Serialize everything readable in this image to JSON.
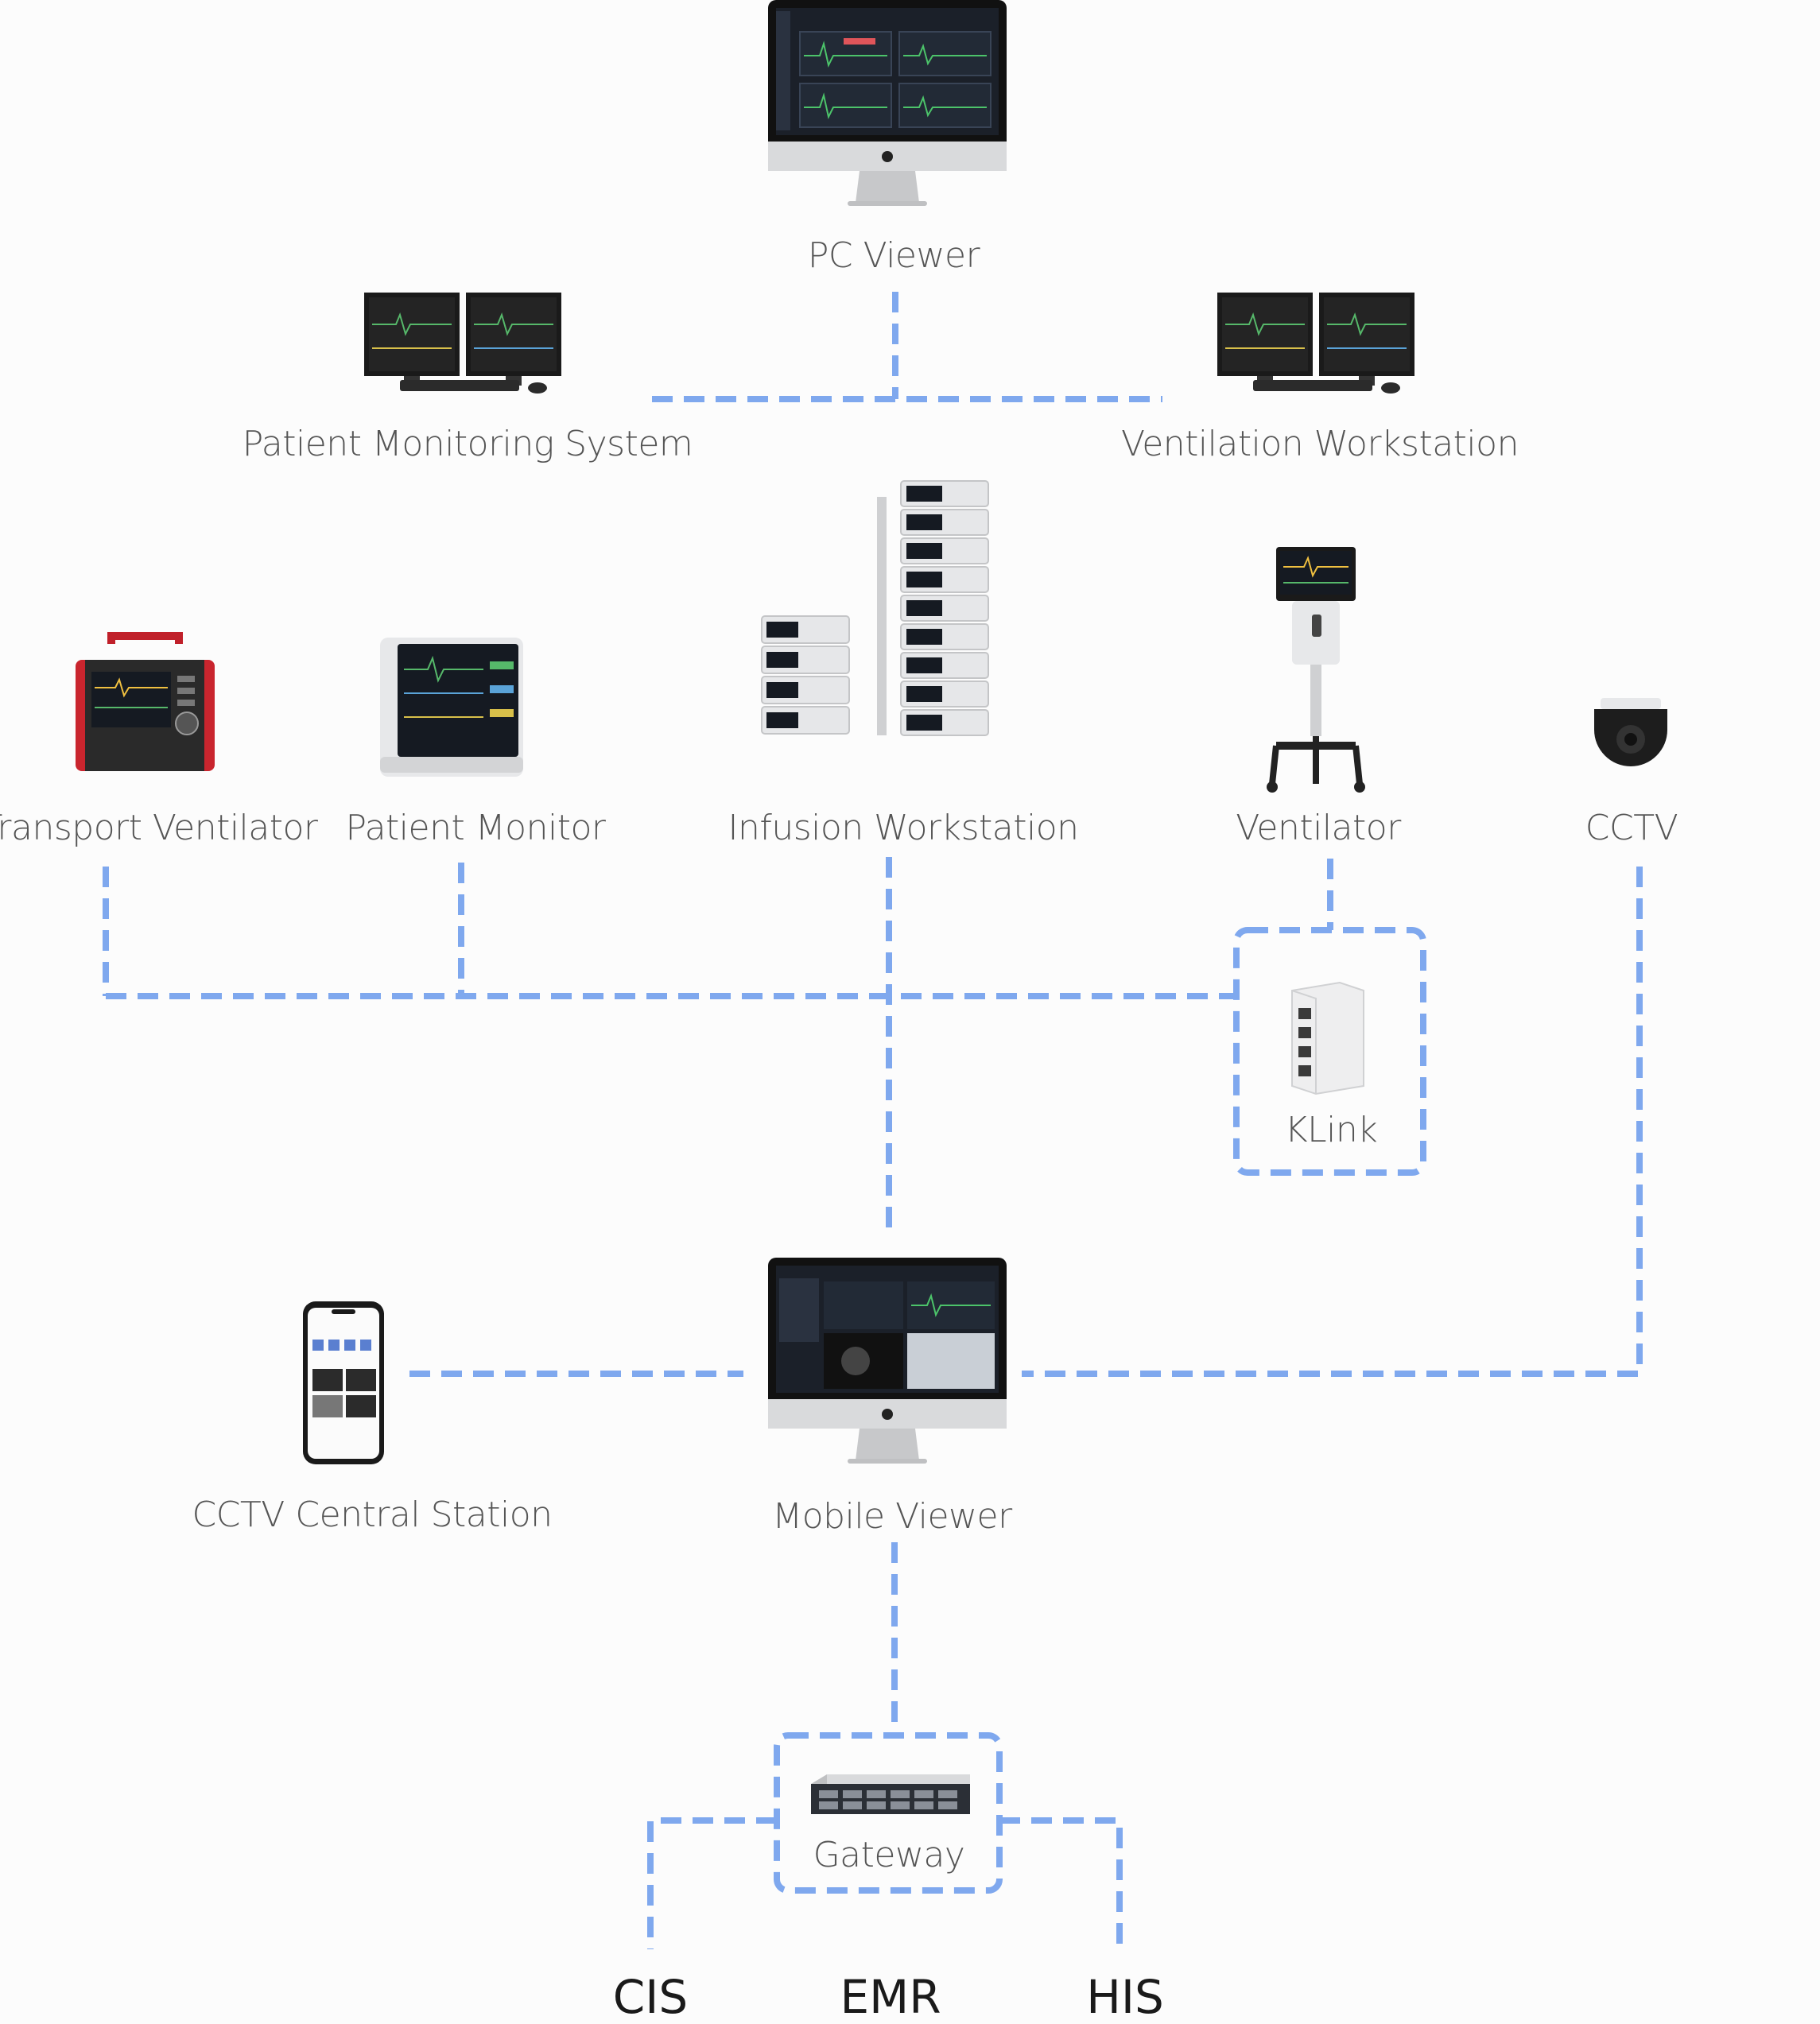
{
  "colors": {
    "link": "#7fa8ee",
    "label": "#555555",
    "screen": "#1b2029",
    "bezel": "#111111"
  },
  "nodes": {
    "pc_viewer": "PC Viewer",
    "patient_monitoring_system": "Patient Monitoring System",
    "ventilation_workstation": "Ventilation Workstation",
    "transport_ventilator": "Transport Ventilator",
    "patient_monitor": "Patient Monitor",
    "infusion_workstation": "Infusion Workstation",
    "ventilator": "Ventilator",
    "cctv": "CCTV",
    "klink": "KLink",
    "cctv_central_station": "CCTV Central Station",
    "mobile_viewer": "Mobile Viewer",
    "gateway": "Gateway"
  },
  "systems": {
    "cis": "CIS",
    "emr": "EMR",
    "his": "HIS"
  },
  "icons": {
    "pc_viewer": "imac-monitor-icon",
    "patient_monitoring_system": "dual-monitor-workstation-icon",
    "ventilation_workstation": "dual-monitor-workstation-icon",
    "transport_ventilator": "transport-ventilator-icon",
    "patient_monitor": "patient-monitor-icon",
    "infusion_workstation": "infusion-pump-stack-icon",
    "ventilator": "ventilator-cart-icon",
    "cctv": "dome-camera-icon",
    "klink": "network-hub-icon",
    "cctv_central_station": "smartphone-icon",
    "mobile_viewer": "imac-monitor-icon",
    "gateway": "rack-server-icon"
  }
}
